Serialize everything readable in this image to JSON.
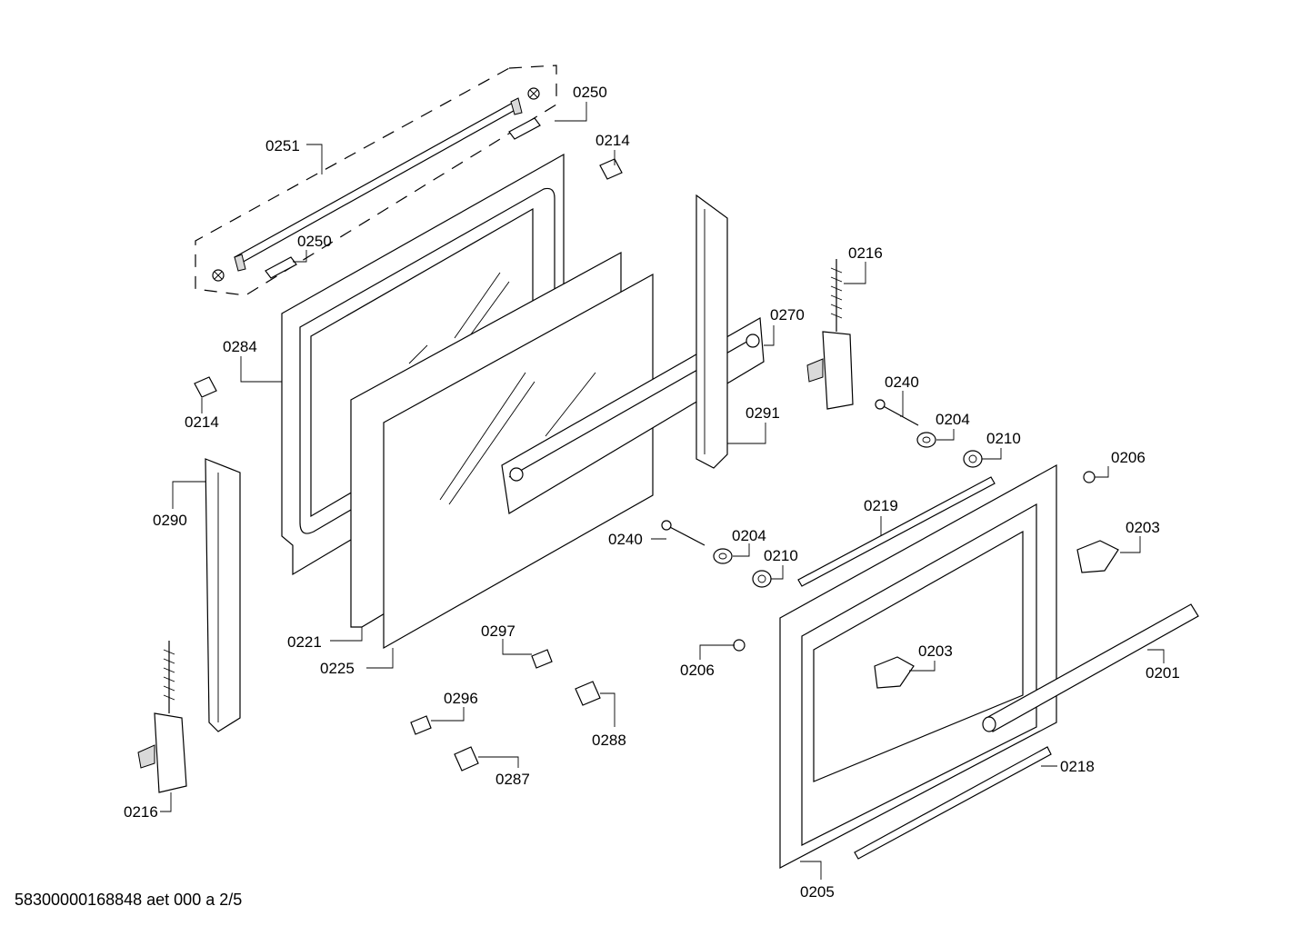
{
  "footer": {
    "document_code": "58300000168848 aet 000 a 2/5"
  },
  "callouts": [
    {
      "id": "c0250a",
      "label": "0250"
    },
    {
      "id": "c0251",
      "label": "0251"
    },
    {
      "id": "c0214a",
      "label": "0214"
    },
    {
      "id": "c0250b",
      "label": "0250"
    },
    {
      "id": "c0216a",
      "label": "0216"
    },
    {
      "id": "c0270",
      "label": "0270"
    },
    {
      "id": "c0284",
      "label": "0284"
    },
    {
      "id": "c0214b",
      "label": "0214"
    },
    {
      "id": "c0240a",
      "label": "0240"
    },
    {
      "id": "c0204a",
      "label": "0204"
    },
    {
      "id": "c0291",
      "label": "0291"
    },
    {
      "id": "c0210a",
      "label": "0210"
    },
    {
      "id": "c0206a",
      "label": "0206"
    },
    {
      "id": "c0290",
      "label": "0290"
    },
    {
      "id": "c0219",
      "label": "0219"
    },
    {
      "id": "c0203a",
      "label": "0203"
    },
    {
      "id": "c0240b",
      "label": "0240"
    },
    {
      "id": "c0204b",
      "label": "0204"
    },
    {
      "id": "c0210b",
      "label": "0210"
    },
    {
      "id": "c0297",
      "label": "0297"
    },
    {
      "id": "c0221",
      "label": "0221"
    },
    {
      "id": "c0203b",
      "label": "0203"
    },
    {
      "id": "c0201",
      "label": "0201"
    },
    {
      "id": "c0225",
      "label": "0225"
    },
    {
      "id": "c0206b",
      "label": "0206"
    },
    {
      "id": "c0296",
      "label": "0296"
    },
    {
      "id": "c0288",
      "label": "0288"
    },
    {
      "id": "c0287",
      "label": "0287"
    },
    {
      "id": "c0218",
      "label": "0218"
    },
    {
      "id": "c0216b",
      "label": "0216"
    },
    {
      "id": "c0205",
      "label": "0205"
    }
  ]
}
